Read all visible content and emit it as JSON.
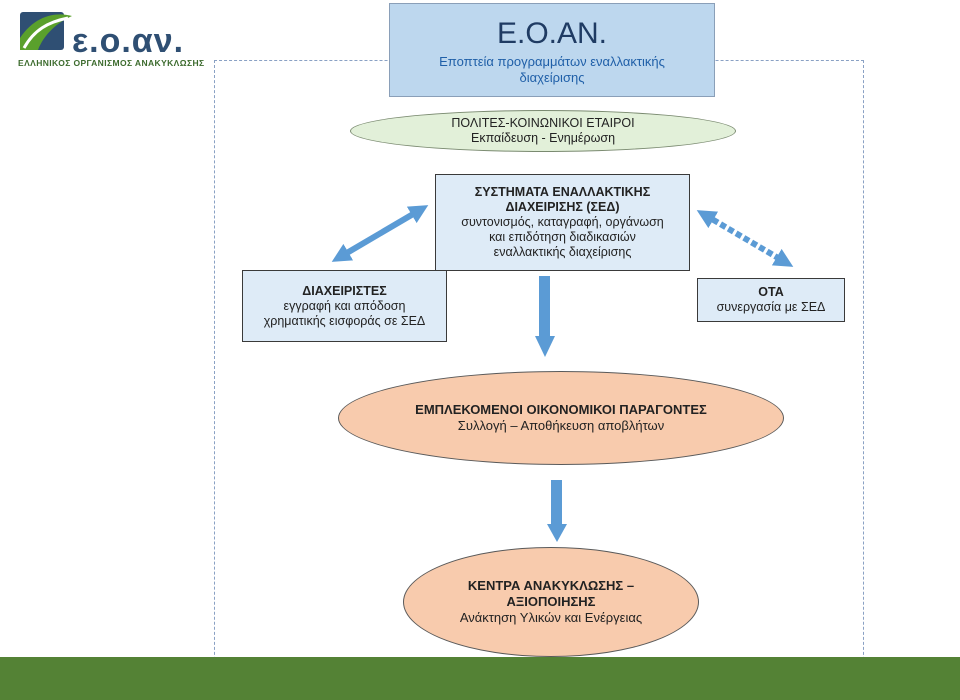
{
  "logo": {
    "wordmark": "ε.ο.αν.",
    "subtitle": "ΕΛΛΗΝΙΚΟΣ ΟΡΓΑΝΙΣΜΟΣ ΑΝΑΚΥΚΛΩΣΗΣ",
    "colors": {
      "green": "#5aa02c",
      "navy": "#2f4f73"
    }
  },
  "header": {
    "title": "Ε.Ο.ΑΝ.",
    "subtitle": "Εποπτεία προγραμμάτων εναλλακτικής διαχείρισης"
  },
  "citizens": {
    "title": "ΠΟΛΙΤΕΣ-ΚΟΙΝΩΝΙΚΟΙ ΕΤΑΙΡΟΙ",
    "text": "Εκπαίδευση - Ενημέρωση"
  },
  "sed": {
    "title": "ΣΥΣΤΗΜΑΤΑ ΕΝΑΛΛΑΚΤΙΚΗΣ ΔΙΑΧΕΙΡΙΣΗΣ (ΣΕΔ)",
    "text": "συντονισμός, καταγραφή, οργάνωση και επιδότηση διαδικασιών εναλλακτικής διαχείρισης"
  },
  "managers": {
    "title": "ΔΙΑΧΕΙΡΙΣΤΕΣ",
    "text": "εγγραφή και απόδοση χρηματικής εισφοράς σε ΣΕΔ"
  },
  "ota": {
    "title": "ΟΤΑ",
    "text": "συνεργασία με ΣΕΔ"
  },
  "economic": {
    "title": "ΕΜΠΛΕΚΟΜΕΝΟΙ ΟΙΚΟΝΟΜΙΚΟΙ ΠΑΡΑΓΟΝΤΕΣ",
    "text": "Συλλογή – Αποθήκευση αποβλήτων"
  },
  "recycling": {
    "title": "ΚΕΝΤΡΑ ΑΝΑΚΥΚΛΩΣΗΣ – ΑΞΙΟΠΟΙΗΣΗΣ",
    "text": "Ανάκτηση Υλικών και Ενέργειας"
  },
  "colors": {
    "arrow": "#5b9bd5",
    "footer": "#548235",
    "header_fill": "#bdd7ee",
    "box_fill": "#deebf7",
    "peach": "#f8cbad",
    "light_green": "#e2f0d9"
  }
}
